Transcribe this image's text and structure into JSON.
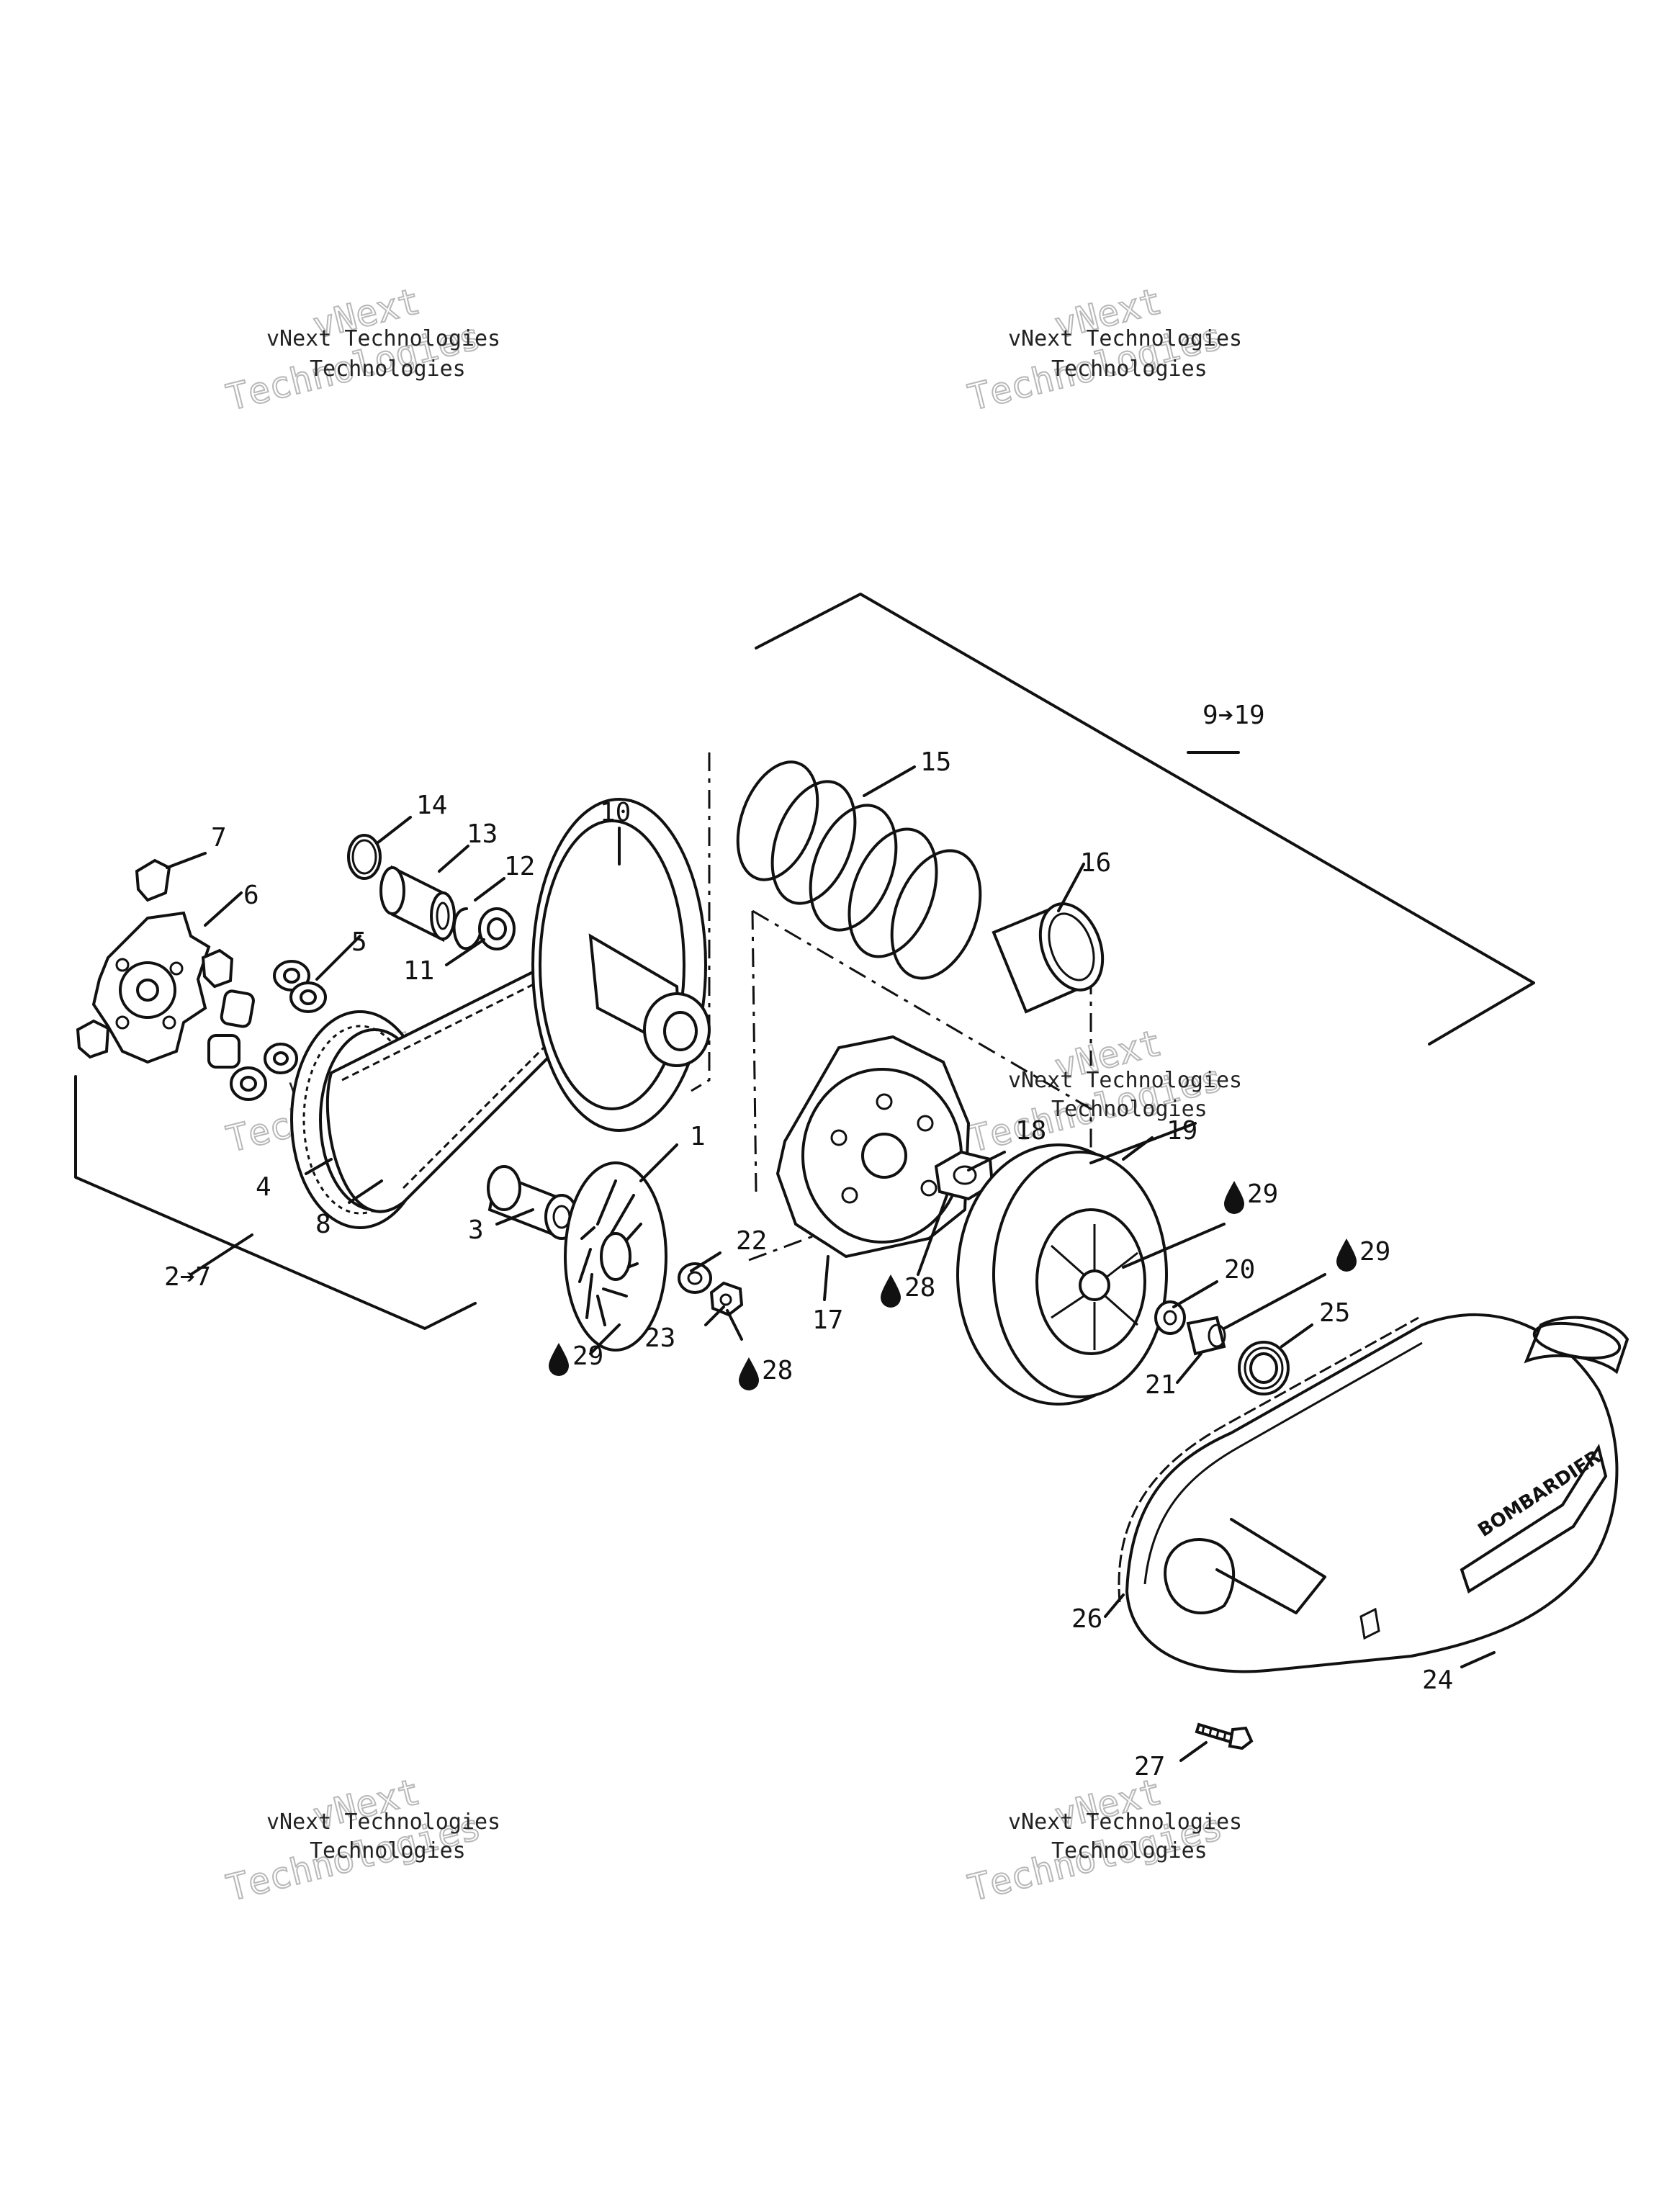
{
  "watermark": {
    "line_main": "vNext Technologies",
    "word_top": "vNext",
    "word_bottom": "Technologies"
  },
  "brand": "BOMBARDIER",
  "callouts": [
    {
      "id": "c1",
      "text": "1"
    },
    {
      "id": "c2_7",
      "text": "2➔7"
    },
    {
      "id": "c3",
      "text": "3"
    },
    {
      "id": "c4",
      "text": "4"
    },
    {
      "id": "c5",
      "text": "5"
    },
    {
      "id": "c6",
      "text": "6"
    },
    {
      "id": "c7",
      "text": "7"
    },
    {
      "id": "c8",
      "text": "8"
    },
    {
      "id": "c9_19",
      "text": "9➔19"
    },
    {
      "id": "c10",
      "text": "10"
    },
    {
      "id": "c11",
      "text": "11"
    },
    {
      "id": "c12",
      "text": "12"
    },
    {
      "id": "c13",
      "text": "13"
    },
    {
      "id": "c14",
      "text": "14"
    },
    {
      "id": "c15",
      "text": "15"
    },
    {
      "id": "c16",
      "text": "16"
    },
    {
      "id": "c17",
      "text": "17"
    },
    {
      "id": "c18",
      "text": "18"
    },
    {
      "id": "c19",
      "text": "19"
    },
    {
      "id": "c20",
      "text": "20"
    },
    {
      "id": "c21",
      "text": "21"
    },
    {
      "id": "c22",
      "text": "22"
    },
    {
      "id": "c23",
      "text": "23"
    },
    {
      "id": "c24",
      "text": "24"
    },
    {
      "id": "c25",
      "text": "25"
    },
    {
      "id": "c26",
      "text": "26"
    },
    {
      "id": "c27",
      "text": "27"
    },
    {
      "id": "c28a",
      "text": "28"
    },
    {
      "id": "c28b",
      "text": "28"
    },
    {
      "id": "c29a",
      "text": "29"
    },
    {
      "id": "c29b",
      "text": "29"
    },
    {
      "id": "c29c",
      "text": "29"
    }
  ]
}
